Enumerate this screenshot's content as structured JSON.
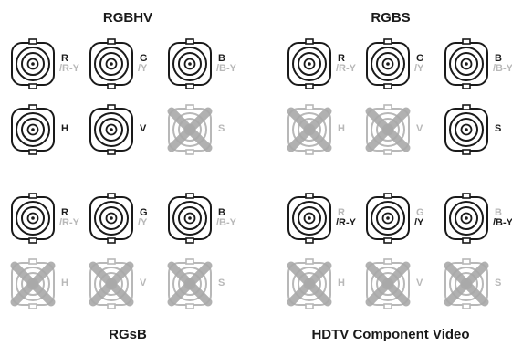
{
  "groups": [
    {
      "title": "RGBHV",
      "connectors": [
        {
          "label": "R",
          "sub": "/R-Y",
          "active": true,
          "label_active": true,
          "sub_active": false
        },
        {
          "label": "G",
          "sub": "/Y",
          "active": true,
          "label_active": true,
          "sub_active": false
        },
        {
          "label": "B",
          "sub": "/B-Y",
          "active": true,
          "label_active": true,
          "sub_active": false
        },
        {
          "label": "H",
          "sub": "",
          "active": true,
          "label_active": true,
          "sub_active": false
        },
        {
          "label": "V",
          "sub": "",
          "active": true,
          "label_active": true,
          "sub_active": false
        },
        {
          "label": "S",
          "sub": "",
          "active": false,
          "label_active": false,
          "sub_active": false
        }
      ]
    },
    {
      "title": "RGBS",
      "connectors": [
        {
          "label": "R",
          "sub": "/R-Y",
          "active": true,
          "label_active": true,
          "sub_active": false
        },
        {
          "label": "G",
          "sub": "/Y",
          "active": true,
          "label_active": true,
          "sub_active": false
        },
        {
          "label": "B",
          "sub": "/B-Y",
          "active": true,
          "label_active": true,
          "sub_active": false
        },
        {
          "label": "H",
          "sub": "",
          "active": false,
          "label_active": false,
          "sub_active": false
        },
        {
          "label": "V",
          "sub": "",
          "active": false,
          "label_active": false,
          "sub_active": false
        },
        {
          "label": "S",
          "sub": "",
          "active": true,
          "label_active": true,
          "sub_active": false
        }
      ]
    },
    {
      "title": "RGsB",
      "connectors": [
        {
          "label": "R",
          "sub": "/R-Y",
          "active": true,
          "label_active": true,
          "sub_active": false
        },
        {
          "label": "G",
          "sub": "/Y",
          "active": true,
          "label_active": true,
          "sub_active": false
        },
        {
          "label": "B",
          "sub": "/B-Y",
          "active": true,
          "label_active": true,
          "sub_active": false
        },
        {
          "label": "H",
          "sub": "",
          "active": false,
          "label_active": false,
          "sub_active": false
        },
        {
          "label": "V",
          "sub": "",
          "active": false,
          "label_active": false,
          "sub_active": false
        },
        {
          "label": "S",
          "sub": "",
          "active": false,
          "label_active": false,
          "sub_active": false
        }
      ]
    },
    {
      "title": "HDTV Component Video",
      "connectors": [
        {
          "label": "R",
          "sub": "/R-Y",
          "active": true,
          "label_active": false,
          "sub_active": true
        },
        {
          "label": "G",
          "sub": "/Y",
          "active": true,
          "label_active": false,
          "sub_active": true
        },
        {
          "label": "B",
          "sub": "/B-Y",
          "active": true,
          "label_active": false,
          "sub_active": true
        },
        {
          "label": "H",
          "sub": "",
          "active": false,
          "label_active": false,
          "sub_active": false
        },
        {
          "label": "V",
          "sub": "",
          "active": false,
          "label_active": false,
          "sub_active": false
        },
        {
          "label": "S",
          "sub": "",
          "active": false,
          "label_active": false,
          "sub_active": false
        }
      ]
    }
  ],
  "colors": {
    "active": "#1a1a1a",
    "inactive": "#b8b8b8",
    "cross": "#a9a9a9"
  },
  "icons": {
    "connector": "bnc-connector-icon",
    "unused_mark": "x-mark-icon"
  }
}
